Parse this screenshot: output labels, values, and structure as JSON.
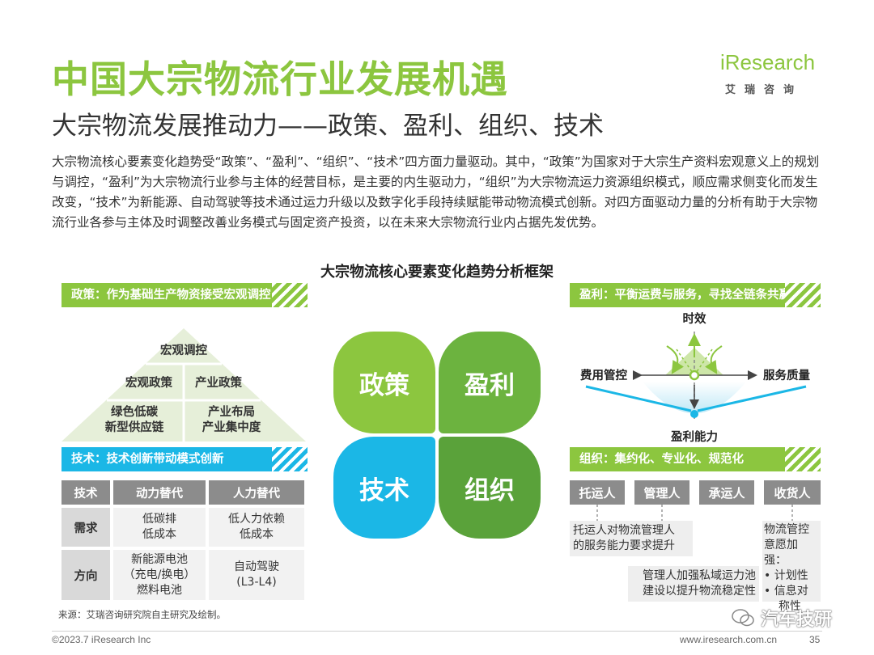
{
  "header": {
    "title": "中国大宗物流行业发展机遇",
    "subtitle": "大宗物流发展推动力——政策、盈利、组织、技术",
    "logo_main": "iResearch",
    "logo_sub": "艾瑞咨询"
  },
  "intro": "大宗物流核心要素变化趋势受“政策”、“盈利”、“组织”、“技术”四方面力量驱动。其中，“政策”为国家对于大宗生产资料宏观意义上的规划与调控，“盈利”为大宗物流行业参与主体的经营目标，是主要的内生驱动力，“组织”为大宗物流运力资源组织模式，顺应需求侧变化而发生改变，“技术”为新能源、自动驾驶等技术通过运力升级以及数字化手段持续赋能带动物流模式创新。对四方面驱动力量的分析有助于大宗物流行业各参与主体及时调整改善业务模式与固定资产投资，以在未来大宗物流行业内占据先发优势。",
  "framework_title": "大宗物流核心要素变化趋势分析框架",
  "policy": {
    "banner": "政策：作为基础生产物资接受宏观调控",
    "top": "宏观调控",
    "mid_left": "宏观政策",
    "mid_right": "产业政策",
    "bot_left_1": "绿色低碳",
    "bot_left_2": "新型供应链",
    "bot_right_1": "产业布局",
    "bot_right_2": "产业集中度"
  },
  "tech": {
    "banner": "技术：技术创新带动模式创新",
    "headers": [
      "技术",
      "动力替代",
      "人力替代"
    ],
    "rows": [
      {
        "label": "需求",
        "c1": [
          "低碳排",
          "低成本"
        ],
        "c2": [
          "低人力依赖",
          "低成本"
        ]
      },
      {
        "label": "方向",
        "c1": [
          "新能源电池",
          "（充电/换电）",
          "燃料电池"
        ],
        "c2": [
          "自动驾驶",
          "(L3-L4)"
        ]
      }
    ]
  },
  "quads": {
    "policy": "政策",
    "profit": "盈利",
    "tech": "技术",
    "org": "组织"
  },
  "profit": {
    "banner": "盈利：平衡运费与服务，寻找全链条共赢",
    "top": "时效",
    "left": "费用管控",
    "right": "服务质量",
    "bottom": "盈利能力"
  },
  "org": {
    "banner": "组织：集约化、专业化、规范化",
    "parties": [
      "托运人",
      "管理人",
      "承运人",
      "收货人"
    ],
    "note1": [
      "托运人对物流管理人",
      "的服务能力要求提升"
    ],
    "note2": [
      "管理人加强私域运力池",
      "建设以提升物流稳定性"
    ],
    "note3_title": [
      "物流管控",
      "意愿加强："
    ],
    "note3_items": [
      "计划性",
      "信息对",
      "称性"
    ]
  },
  "footer": {
    "source": "来源：艾瑞咨询研究院自主研究及绘制。",
    "copyright": "©2023.7 iResearch Inc",
    "site": "www.iresearch.com.cn",
    "page": "35",
    "watermark": "汽车技研"
  },
  "colors": {
    "green": "#8cc63f",
    "dark_green": "#5aa23a",
    "blue": "#1bb7e6",
    "gray": "#8c8c8c"
  }
}
